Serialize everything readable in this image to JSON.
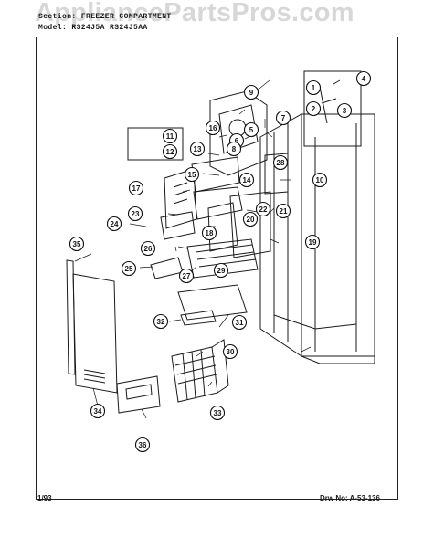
{
  "watermark": "AppliancePartsPros.com",
  "header": {
    "section": "Section: FREEZER COMPARTMENT",
    "models": "Model: RS24J5A  RS24J5AA"
  },
  "footer": {
    "date": "1/93",
    "drawing_no": "Drw No: A-53-136"
  },
  "callouts": [
    "1",
    "2",
    "3",
    "4",
    "5",
    "6",
    "7",
    "8",
    "9",
    "10",
    "11",
    "12",
    "13",
    "14",
    "15",
    "16",
    "17",
    "18",
    "19",
    "20",
    "21",
    "22",
    "23",
    "24",
    "25",
    "26",
    "27",
    "28",
    "29",
    "30",
    "31",
    "32",
    "33",
    "34",
    "35",
    "36"
  ]
}
